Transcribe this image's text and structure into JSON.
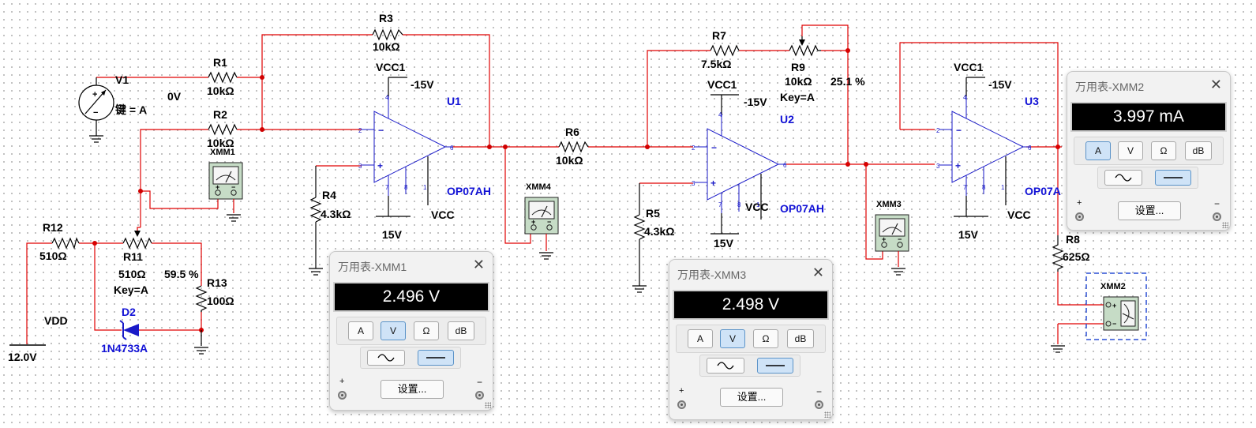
{
  "schematic": {
    "v1": {
      "name": "V1",
      "value": "0V",
      "key": "键 = A"
    },
    "r1": {
      "name": "R1",
      "value": "10kΩ"
    },
    "r2": {
      "name": "R2",
      "value": "10kΩ"
    },
    "r3": {
      "name": "R3",
      "value": "10kΩ"
    },
    "r4": {
      "name": "R4",
      "value": "4.3kΩ"
    },
    "r5": {
      "name": "R5",
      "value": "4.3kΩ"
    },
    "r6": {
      "name": "R6",
      "value": "10kΩ"
    },
    "r7": {
      "name": "R7",
      "value": "7.5kΩ"
    },
    "r8": {
      "name": "R8",
      "value": "625Ω"
    },
    "r9": {
      "name": "R9",
      "value": "10kΩ",
      "key": "Key=A",
      "percent": "25.1 %"
    },
    "r11": {
      "name": "R11",
      "value": "510Ω",
      "key": "Key=A",
      "percent": "59.5 %"
    },
    "r12": {
      "name": "R12",
      "value": "510Ω"
    },
    "r13": {
      "name": "R13",
      "value": "100Ω"
    },
    "d2": {
      "name": "D2",
      "part": "1N4733A"
    },
    "vdd": {
      "name": "VDD",
      "value": "12.0V"
    },
    "u1": {
      "name": "U1",
      "part": "OP07AH",
      "vcc1": "VCC1",
      "neg": "-15V",
      "vcc": "VCC",
      "pos": "15V"
    },
    "u2": {
      "name": "U2",
      "part": "OP07AH",
      "vcc1": "VCC1",
      "neg": "-15V",
      "vcc": "VCC",
      "pos": "15V"
    },
    "u3": {
      "name": "U3",
      "part": "OP07A",
      "vcc1": "VCC1",
      "neg": "-15V",
      "vcc": "VCC",
      "pos": "15V"
    },
    "xmm_labels": [
      "XMM1",
      "XMM4",
      "XMM3",
      "XMM2"
    ],
    "pins": {
      "p2": "2",
      "p3": "3",
      "p4": "4",
      "p6": "6",
      "p7": "7",
      "p8": "8",
      "p1": "1",
      "plus": "+",
      "minus": "-"
    }
  },
  "meters": {
    "xmm1": {
      "title": "万用表-XMM1",
      "reading": "2.496 V",
      "mode": "V"
    },
    "xmm3": {
      "title": "万用表-XMM3",
      "reading": "2.498 V",
      "mode": "V"
    },
    "xmm2": {
      "title": "万用表-XMM2",
      "reading": "3.997 mA",
      "mode": "A"
    },
    "labels": {
      "a": "A",
      "v": "V",
      "ohm": "Ω",
      "db": "dB",
      "settings": "设置...",
      "close": "✕",
      "plus": "+",
      "minus": "−"
    }
  },
  "colors": {
    "wire": "#e00000",
    "component_label_blue": "#1212d6",
    "pin_blue": "#1a1ac8",
    "button_active": "#cfe3f7"
  }
}
